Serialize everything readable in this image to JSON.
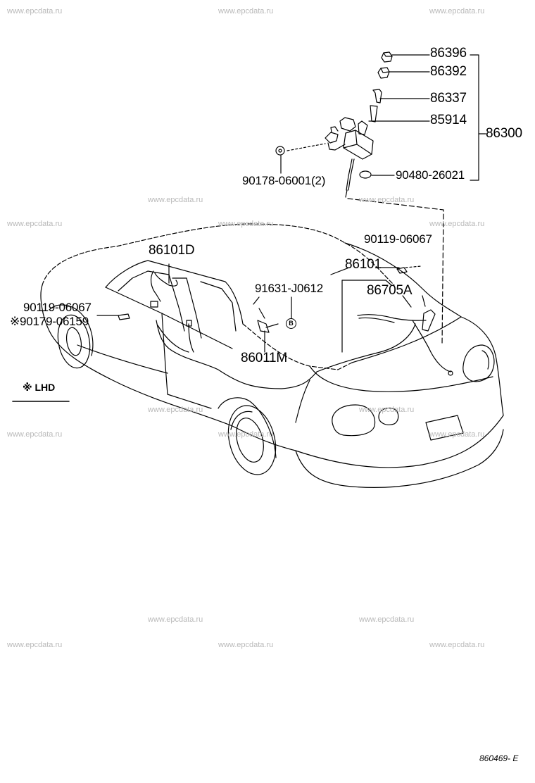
{
  "watermark": "www.epcdata.ru",
  "parts": {
    "p86396": "86396",
    "p86392": "86392",
    "p86337": "86337",
    "p85914": "85914",
    "p86300": "86300",
    "p90178": "90178-06001(2)",
    "p90480": "90480-26021",
    "p90119_right": "90119-06067",
    "p86101": "86101",
    "p86705A": "86705A",
    "p91631": "91631-J0612",
    "p86011M": "86011M",
    "p86101D": "86101D",
    "p90119_left": "90119-06067",
    "p90179": "※90179-06159"
  },
  "callout_b": "B",
  "note_lhd": "※ LHD",
  "diagram_code": "860469- E"
}
